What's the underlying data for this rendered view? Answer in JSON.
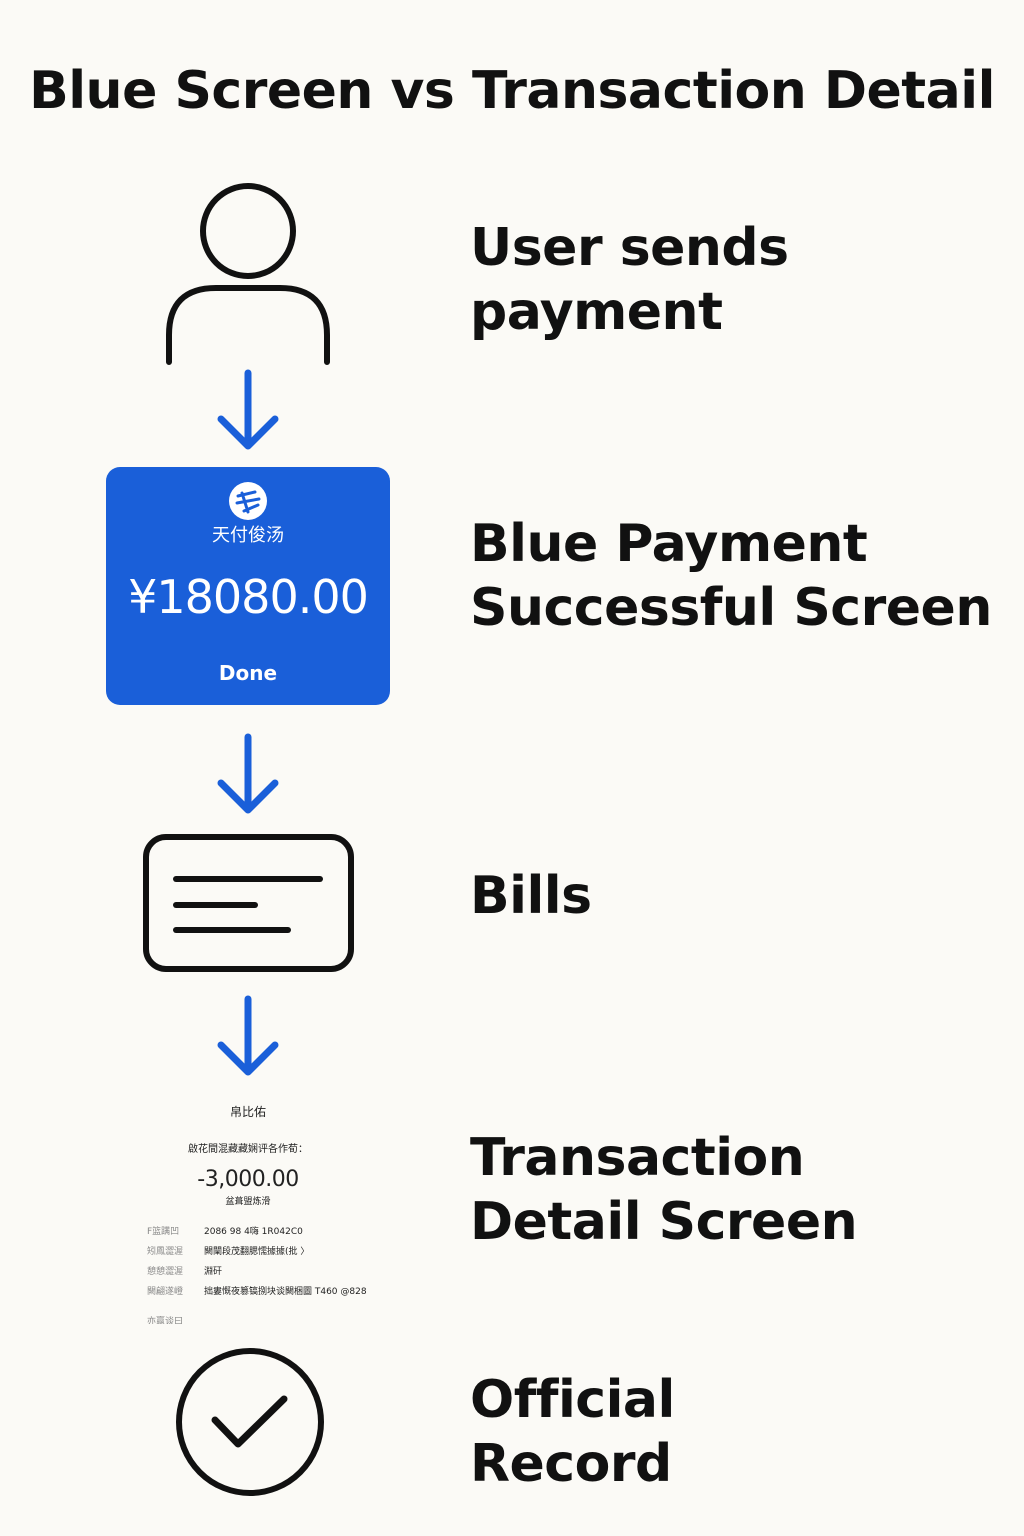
{
  "title": "Blue Screen vs Transaction Detail",
  "colors": {
    "arrow": "#1a5fd9",
    "card": "#1a5fd9",
    "ink": "#111111",
    "background": "#fbfaf6"
  },
  "steps": [
    {
      "lines": [
        "User sends",
        "payment"
      ],
      "icon": "person-icon"
    },
    {
      "lines": [
        "Blue Payment",
        "Successful Screen"
      ],
      "icon": "payment-screen"
    },
    {
      "lines": [
        "Bills"
      ],
      "icon": "bill-card-icon"
    },
    {
      "lines": [
        "Transaction",
        "Detail Screen"
      ],
      "icon": "transaction-detail-screen"
    },
    {
      "lines": [
        "Official",
        "Record"
      ],
      "icon": "check-circle-icon"
    }
  ],
  "payment_screen": {
    "logo_icon": "payment-logo-icon",
    "merchant": "天付俊汤",
    "amount": "¥18080.00",
    "done_label": "Done"
  },
  "transaction_detail": {
    "header": "帛比佑",
    "description": "啟花間混藏藏娴评各作荀：",
    "amount": "-3,000.00",
    "status": "盆葺盟炼滑",
    "rows": [
      {
        "key": "F篮蹒凹",
        "value": "2086 98 4嗨 1R042C0"
      },
      {
        "key": "矧鳳澀渥",
        "value": "闕闡段茂翻腮懦據據(批 〉"
      },
      {
        "key": "憩憩澀渥",
        "value": "淵矸"
      },
      {
        "key": "闕翩遂嶝",
        "value": "拙婁慨夜篡镐捌块谈闕梱圖 T460 @828"
      },
      {
        "key": "亦赢谈曰",
        "value": ""
      }
    ]
  }
}
